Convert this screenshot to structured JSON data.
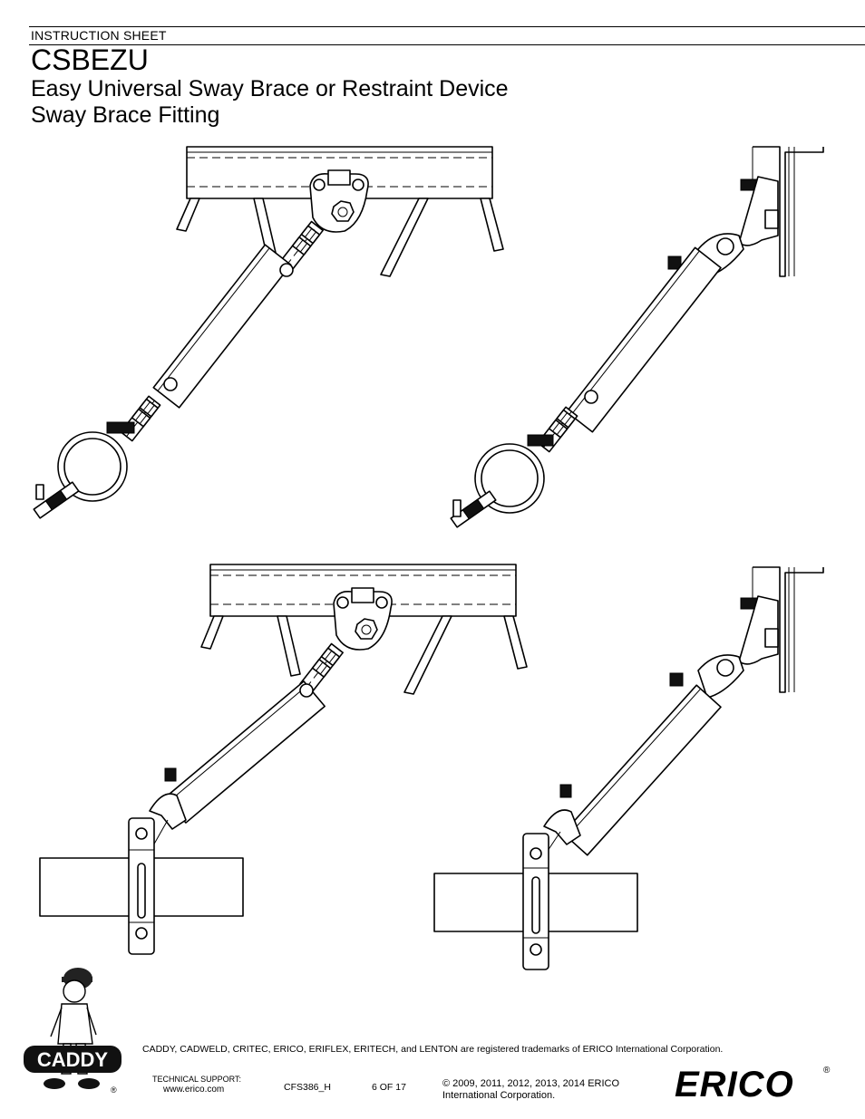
{
  "header": {
    "doc_type": "INSTRUCTION SHEET",
    "product_code": "CSBEZU",
    "subtitle_line1": "Easy Universal Sway Brace or Restraint Device",
    "subtitle_line2": "Sway Brace Fitting"
  },
  "footer": {
    "trademark_notice": "CADDY, CADWELD, CRITEC, ERICO, ERIFLEX, ERITECH, and LENTON are registered trademarks of ERICO International Corporation.",
    "support_label": "TECHNICAL SUPPORT:",
    "support_url": "www.erico.com",
    "doc_number": "CFS386_H",
    "page_number": "6 OF 17",
    "copyright_line1": "© 2009, 2011, 2012, 2013, 2014 ERICO",
    "copyright_line2": "International Corporation.",
    "caddy_logo_text": "CADDY",
    "erico_logo_text": "ERICO",
    "registered_mark": "®"
  },
  "figures": [
    {
      "name": "brace-to-beam-pipe-clamp"
    },
    {
      "name": "brace-to-angle-pipe-clamp"
    },
    {
      "name": "brace-to-beam-strut"
    },
    {
      "name": "brace-to-angle-strut"
    }
  ]
}
